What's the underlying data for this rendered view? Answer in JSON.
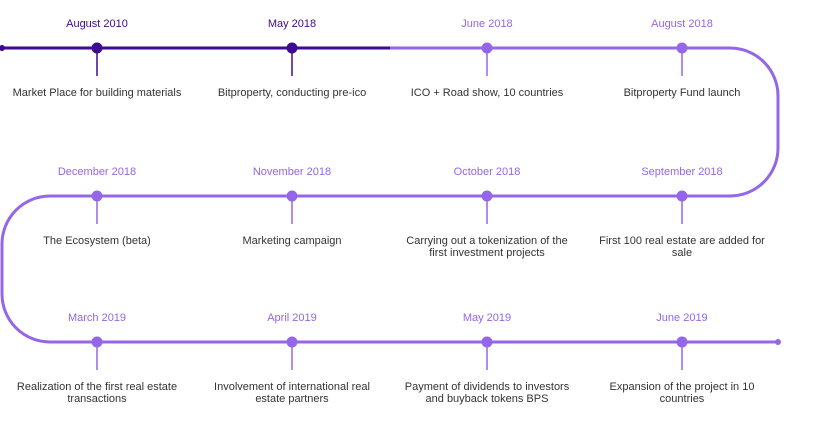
{
  "colors": {
    "done": "#3d0a91",
    "future": "#9466e8",
    "text": "#333333"
  },
  "milestones": [
    {
      "date": "August 2010",
      "text": "Market Place for building materials",
      "status": "done"
    },
    {
      "date": "May 2018",
      "text": "Bitproperty, conducting pre-ico",
      "status": "done"
    },
    {
      "date": "June 2018",
      "text": "ICO + Road show, 10 countries",
      "status": "future"
    },
    {
      "date": "August 2018",
      "text": "Bitproperty Fund launch",
      "status": "future"
    },
    {
      "date": "September 2018",
      "text": "First 100 real estate are added for sale",
      "status": "future"
    },
    {
      "date": "October 2018",
      "text": "Carrying out a tokenization of the first investment projects",
      "status": "future"
    },
    {
      "date": "November 2018",
      "text": "Marketing campaign",
      "status": "future"
    },
    {
      "date": "December 2018",
      "text": "The Ecosystem (beta)",
      "status": "future"
    },
    {
      "date": "March 2019",
      "text": "Realization of the first real estate transactions",
      "status": "future"
    },
    {
      "date": "April 2019",
      "text": "Involvement of international real estate partners",
      "status": "future"
    },
    {
      "date": "May 2019",
      "text": "Payment of dividends to investors and buyback tokens BPS",
      "status": "future"
    },
    {
      "date": "June 2019",
      "text": "Expansion of the project in 10 countries",
      "status": "future"
    }
  ]
}
